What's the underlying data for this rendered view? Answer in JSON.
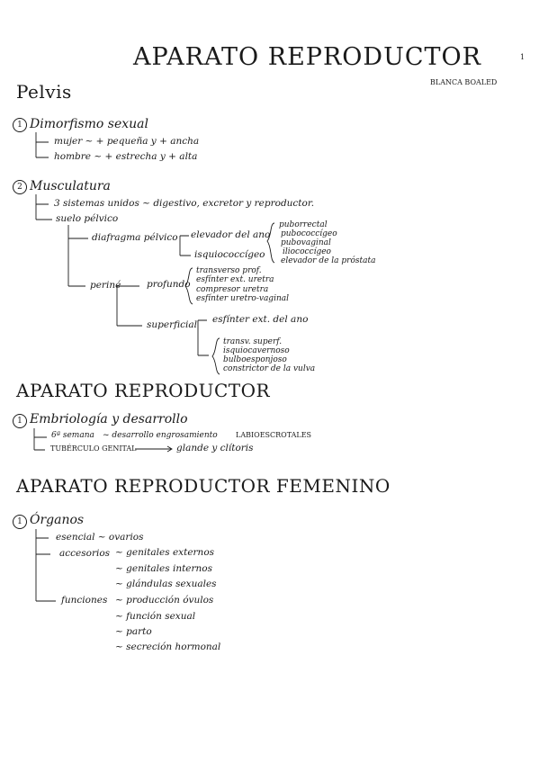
{
  "page_number": "1",
  "title": "APARATO REPRODUCTOR",
  "author": "BLANCA BOALED",
  "pelvis": {
    "heading": "Pelvis",
    "dimorfismo": {
      "num": "1",
      "label": "Dimorfismo sexual",
      "items": [
        "mujer ~ + pequeña y + ancha",
        "hombre ~ + estrecha y + alta"
      ]
    },
    "musculatura": {
      "num": "2",
      "label": "Musculatura",
      "sistemas": "3 sistemas unidos ~ digestivo, excretor y reproductor.",
      "suelo": "suelo pélvico",
      "diafragma": "diafragma pélvico",
      "elevador": "elevador del ano",
      "isquiococcigeo": "isquiococcígeo",
      "elevador_parts": [
        "puborrectal",
        "pubococcígeo",
        "pubovaginal",
        "iliococcígeo",
        "elevador de la próstata"
      ],
      "perine": "periné",
      "profundo": "profundo",
      "profundo_parts": [
        "transverso prof.",
        "esfínter ext. uretra",
        "compresor uretra",
        "esfínter uretro-vaginal"
      ],
      "superficial": "superficial",
      "esfinter_ano": "esfínter ext. del ano",
      "superficial_parts": [
        "transv. superf.",
        "isquiocavernoso",
        "bulboesponjoso",
        "constrictor de la vulva"
      ]
    }
  },
  "aparato": {
    "heading": "APARATO REPRODUCTOR",
    "embrio": {
      "num": "1",
      "label": "Embriología y desarrollo",
      "item1_a": "6ª semana",
      "item1_b": "~ desarrollo engrosamiento",
      "item1_c": "LABIOESCROTALES",
      "item2_a": "TUBÉRCULO GENITAL",
      "item2_b": "glande y clítoris"
    }
  },
  "femenino": {
    "heading": "APARATO REPRODUCTOR FEMENINO",
    "organos": {
      "num": "1",
      "label": "Órganos",
      "esencial": "esencial ~ ovarios",
      "accesorios": "accesorios",
      "accesorios_items": [
        "~ genitales externos",
        "~ genitales internos",
        "~ glándulas sexuales"
      ],
      "funciones": "funciones",
      "funciones_items": [
        "~ producción óvulos",
        "~ función sexual",
        "~ parto",
        "~ secreción hormonal"
      ]
    }
  }
}
